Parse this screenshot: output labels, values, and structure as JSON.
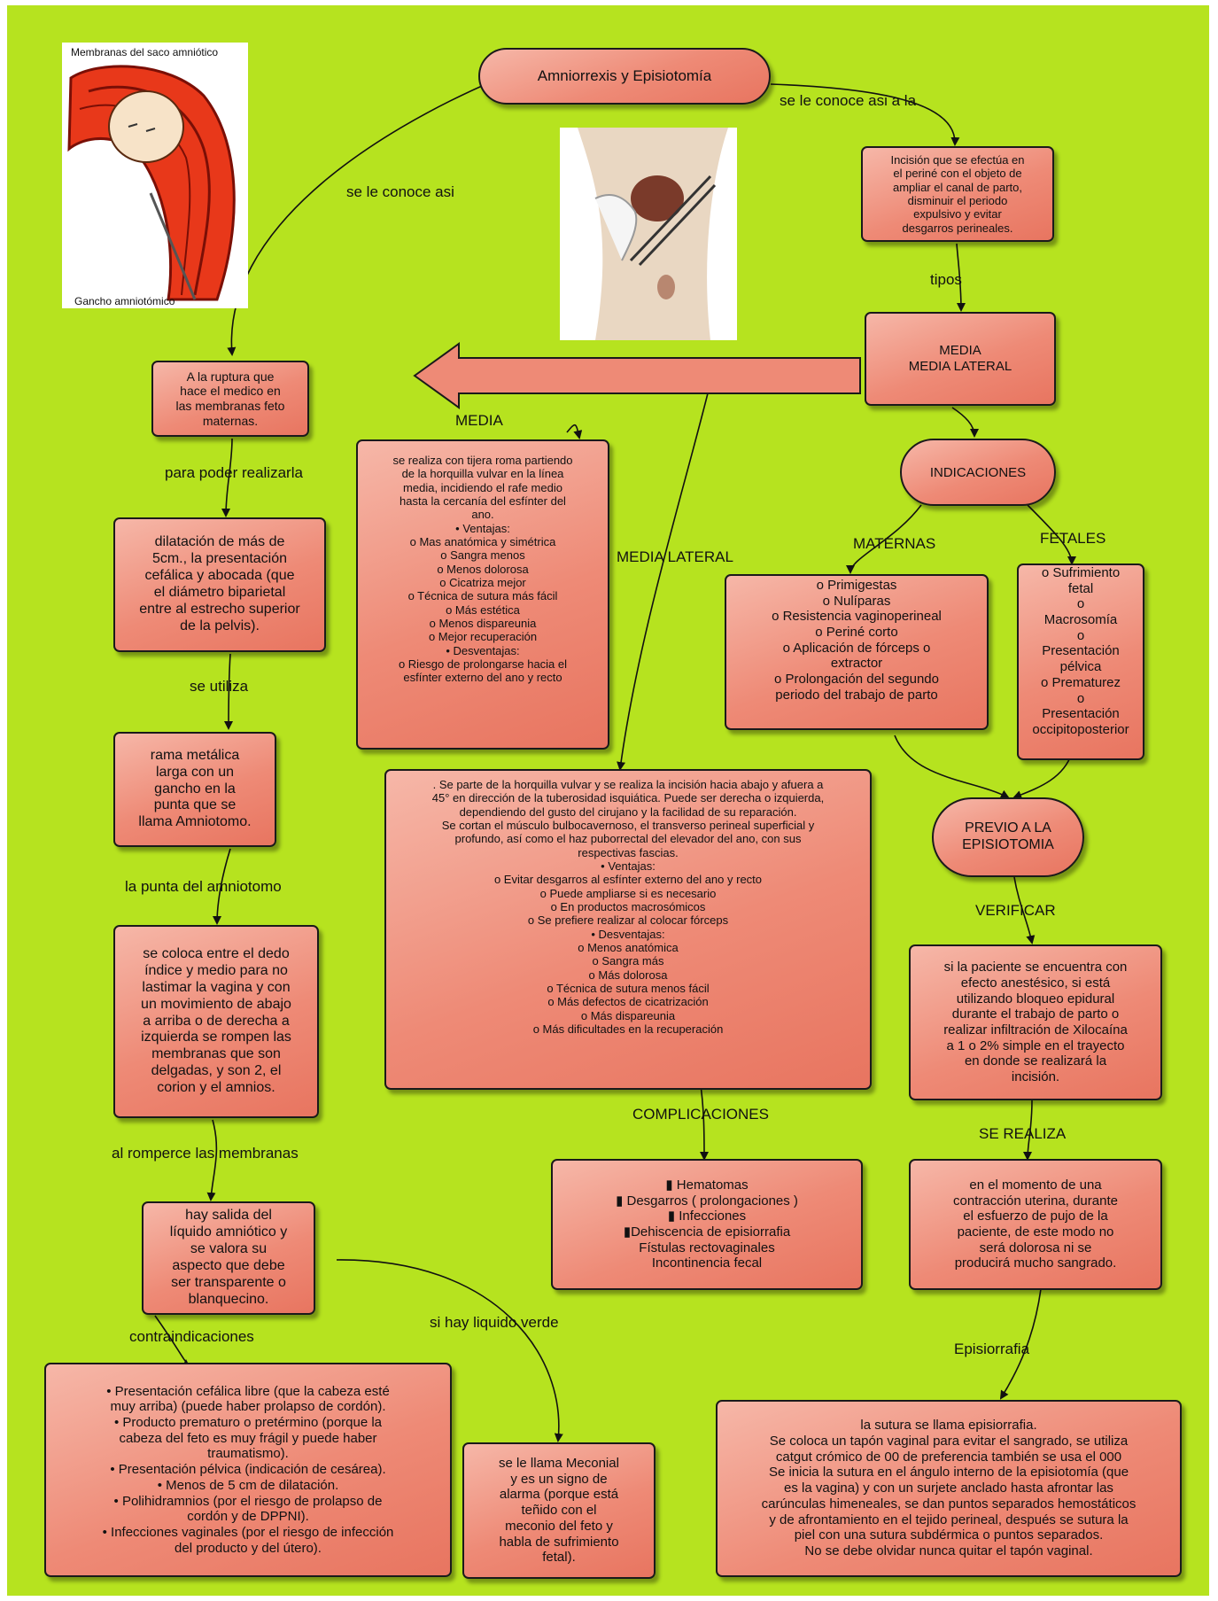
{
  "title": "Amniorrexis y Episiotomía",
  "colors": {
    "background": "#b6e31f",
    "box_fill": "#ee8a76",
    "box_border": "#1a1a1a"
  },
  "figure_labels": {
    "top": "Membranas del saco amniótico",
    "bottom": "Gancho amniotómico"
  },
  "labels": {
    "se_le_conoce_asi": "se le conoce asi",
    "se_le_conoce_asi_a_la": "se le conoce asi a la",
    "tipos": "tipos",
    "media": "MEDIA",
    "media_lateral": "MEDIA LATERAL",
    "para_poder": "para poder realizarla",
    "se_utiliza": "se utiliza",
    "la_punta": "la punta del amniotomo",
    "al_romperce": "al romperce las membranas",
    "contraindicaciones": "contraindicaciones",
    "si_hay_liquido": "si hay liquido verde",
    "maternas": "MATERNAS",
    "fetales": "FETALES",
    "verificar": "VERIFICAR",
    "se_realiza": "SE REALIZA",
    "episiorrafia": "Episiorrafia",
    "complicaciones": "COMPLICACIONES"
  },
  "boxes": {
    "ruptura": [
      "A la ruptura que",
      "hace el medico en",
      "las membranas feto",
      "maternas."
    ],
    "dilatacion": [
      "dilatación de más de",
      "5cm., la presentación",
      "cefálica y abocada (que",
      "el diámetro biparietal",
      "entre al estrecho superior",
      "de la pelvis)."
    ],
    "rama": [
      "rama metálica",
      "larga con un",
      "gancho en la",
      "punta que se",
      "llama Amniotomo."
    ],
    "se_coloca": [
      "se coloca entre el dedo",
      "índice y medio para no",
      "lastimar la vagina y con",
      "un movimiento de abajo",
      "a arriba o de derecha a",
      "izquierda se rompen las",
      "membranas que son",
      "delgadas, y son 2, el",
      "corion y el amnios."
    ],
    "salida": [
      "hay salida del",
      "líquido amniótico y",
      "se valora su",
      "aspecto que debe",
      "ser transparente o",
      "blanquecino."
    ],
    "contra": [
      "•      Presentación cefálica libre (que la cabeza esté",
      "muy arriba) (puede haber prolapso de cordón).",
      "•      Producto prematuro o pretérmino (porque la",
      "cabeza del feto es muy frágil y puede haber",
      "traumatismo).",
      "•      Presentación pélvica (indicación de cesárea).",
      "•      Menos de 5 cm de dilatación.",
      "•      Polihidramnios (por el riesgo de prolapso de",
      "cordón y de DPPNI).",
      "•      Infecciones vaginales (por el riesgo de infección",
      "del producto y del útero)."
    ],
    "meconial": [
      "se le llama Meconial",
      "y es un signo de",
      "alarma (porque está",
      "teñido con el",
      "meconio del feto y",
      "habla de sufrimiento",
      "fetal)."
    ],
    "media": [
      "se realiza con tijera roma partiendo",
      "de la horquilla vulvar en la línea",
      "media, incidiendo el rafe medio",
      "hasta la cercanía del esfínter del",
      "ano.",
      "•       Ventajas:",
      "o       Mas anatómica y simétrica",
      "o       Sangra menos",
      "o       Menos dolorosa",
      "o       Cicatriza mejor",
      "o       Técnica de sutura más fácil",
      "o       Más estética",
      "o       Menos dispareunia",
      "o       Mejor recuperación",
      "•       Desventajas:",
      "o       Riesgo de prolongarse hacia el",
      "esfínter externo del ano y recto"
    ],
    "media_lateral": [
      ". Se parte de la horquilla vulvar y se realiza la incisión hacia abajo y afuera a",
      "45° en dirección de la tuberosidad isquiática. Puede ser derecha o izquierda,",
      "dependiendo del gusto del cirujano y la facilidad de su reparación.",
      "Se cortan el músculo bulbocavernoso, el transverso perineal superficial y",
      "profundo, así como el haz puborrectal del elevador del ano, con sus",
      "respectivas fascias.",
      "•       Ventajas:",
      "o       Evitar desgarros al esfínter externo del ano y recto",
      "o       Puede ampliarse si es necesario",
      "o       En productos macrosómicos",
      "o       Se prefiere realizar al colocar fórceps",
      "•       Desventajas:",
      "o       Menos anatómica",
      "o       Sangra más",
      "o       Más dolorosa",
      "o       Técnica de sutura menos fácil",
      "o       Más defectos de cicatrización",
      "o       Más dispareunia",
      "o       Más dificultades en la recuperación"
    ],
    "complicaciones": [
      "▮       Hematomas",
      "▮    Desgarros ( prolongaciones )",
      "▮       Infecciones",
      "▮Dehiscencia de episiorrafia",
      "Fístulas rectovaginales",
      "Incontinencia fecal"
    ],
    "incision": [
      "Incisión que se efectúa en",
      "el periné con el objeto de",
      "ampliar el canal de parto,",
      "disminuir el periodo",
      "expulsivo y evitar",
      "desgarros perineales."
    ],
    "tipos": [
      "MEDIA",
      "MEDIA LATERAL"
    ],
    "maternas": [
      "o        Primigestas",
      "o       Nulíparas",
      "o    Resistencia vaginoperineal",
      "o       Periné corto",
      "o    Aplicación de fórceps o",
      "extractor",
      "o    Prolongación del segundo",
      "periodo del trabajo de parto"
    ],
    "fetales": [
      "o       Sufrimiento",
      "fetal",
      "o",
      "Macrosomía",
      "o",
      "Presentación",
      "pélvica",
      "o       Prematurez",
      "o",
      "Presentación",
      "occipitoposterior"
    ],
    "verificar": [
      "si la paciente se encuentra con",
      "efecto anestésico, si está",
      "utilizando bloqueo epidural",
      "durante el trabajo de parto o",
      "realizar infiltración de Xilocaína",
      "a 1 o 2% simple en el trayecto",
      "en donde se realizará la",
      "incisión."
    ],
    "se_realiza": [
      "en el momento de una",
      "contracción uterina, durante",
      "el esfuerzo de pujo de la",
      "paciente, de este modo no",
      "será dolorosa ni se",
      "producirá mucho sangrado."
    ],
    "sutura": [
      "la sutura se llama episiorrafia.",
      "Se coloca un tapón vaginal para evitar el sangrado, se utiliza",
      "catgut crómico de 00 de preferencia también se usa el 000",
      "Se inicia la sutura en el ángulo interno de la episiotomía (que",
      "es la vagina) y con un surjete anclado hasta afrontar las",
      "carúnculas himeneales, se dan puntos separados hemostáticos",
      "y de afrontamiento en el tejido perineal, después se sutura la",
      "piel con una sutura subdérmica o puntos separados.",
      "No se debe olvidar nunca quitar el tapón vaginal."
    ]
  },
  "pills": {
    "indicaciones": "INDICACIONES",
    "previo": [
      "PREVIO A LA",
      "EPISIOTOMIA"
    ]
  }
}
